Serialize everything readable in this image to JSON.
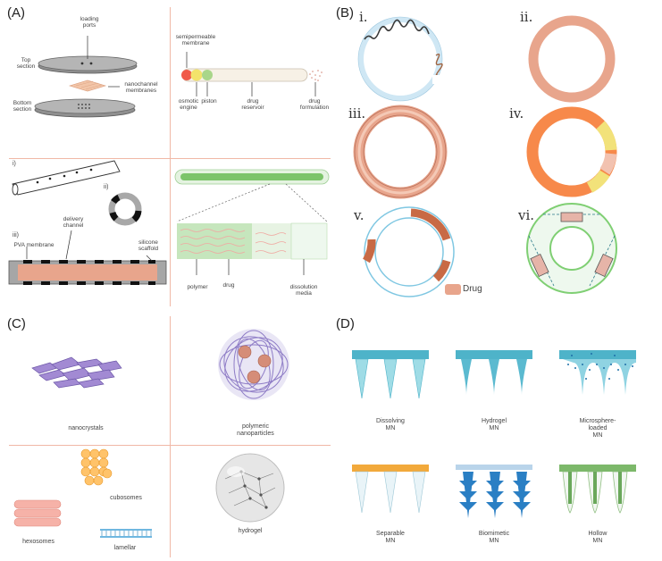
{
  "panels": {
    "a": {
      "label": "(A)",
      "loading_ports": "loading\nports",
      "top_section": "Top\nsection",
      "nanochannel_membranes": "nanochannel\nmembranes",
      "bottom_section": "Bottom\nsection",
      "semipermeable_membrane": "semipermeable\nmembrane",
      "osmotic_engine": "osmotic\nengine",
      "piston": "piston",
      "drug_reservoir": "drug\nreservoir",
      "drug_formulation": "drug\nformulation",
      "roman_i": "i)",
      "roman_ii": "ii)",
      "roman_iii": "iii)",
      "delivery_channel": "delivery\nchannel",
      "pva_membrane": "PVA membrane",
      "silicone_scaffold": "silicone\nscaffold",
      "polymer": "polymer",
      "drug": "drug",
      "dissolution_media": "dissolution\nmedia"
    },
    "b": {
      "label": "(B)",
      "i": "i.",
      "ii": "ii.",
      "iii": "iii.",
      "iv": "iv.",
      "v": "v.",
      "vi": "vi.",
      "legend_drug": "Drug",
      "colors": {
        "drug": "#e8a58c",
        "ring_blue": "#bfe3ef",
        "orange": "#f7894a",
        "yellow": "#f2e27a",
        "green": "#8ccf7a"
      }
    },
    "c": {
      "label": "(C)",
      "nanocrystals": "nanocrystals",
      "polymeric_nanoparticles": "polymeric\nnanoparticles",
      "cubosomes": "cubosomes",
      "hexosomes": "hexosomes",
      "lamellar": "lamellar",
      "hydrogel": "hydrogel"
    },
    "d": {
      "label": "(D)",
      "dissolving": "Dissolving\nMN",
      "hydrogel": "Hydrogel\nMN",
      "microsphere": "Microsphere-\nloaded\nMN",
      "separable": "Separable\nMN",
      "biomimetic": "Biomimetic\nMN",
      "hollow": "Hollow\nMN"
    }
  }
}
